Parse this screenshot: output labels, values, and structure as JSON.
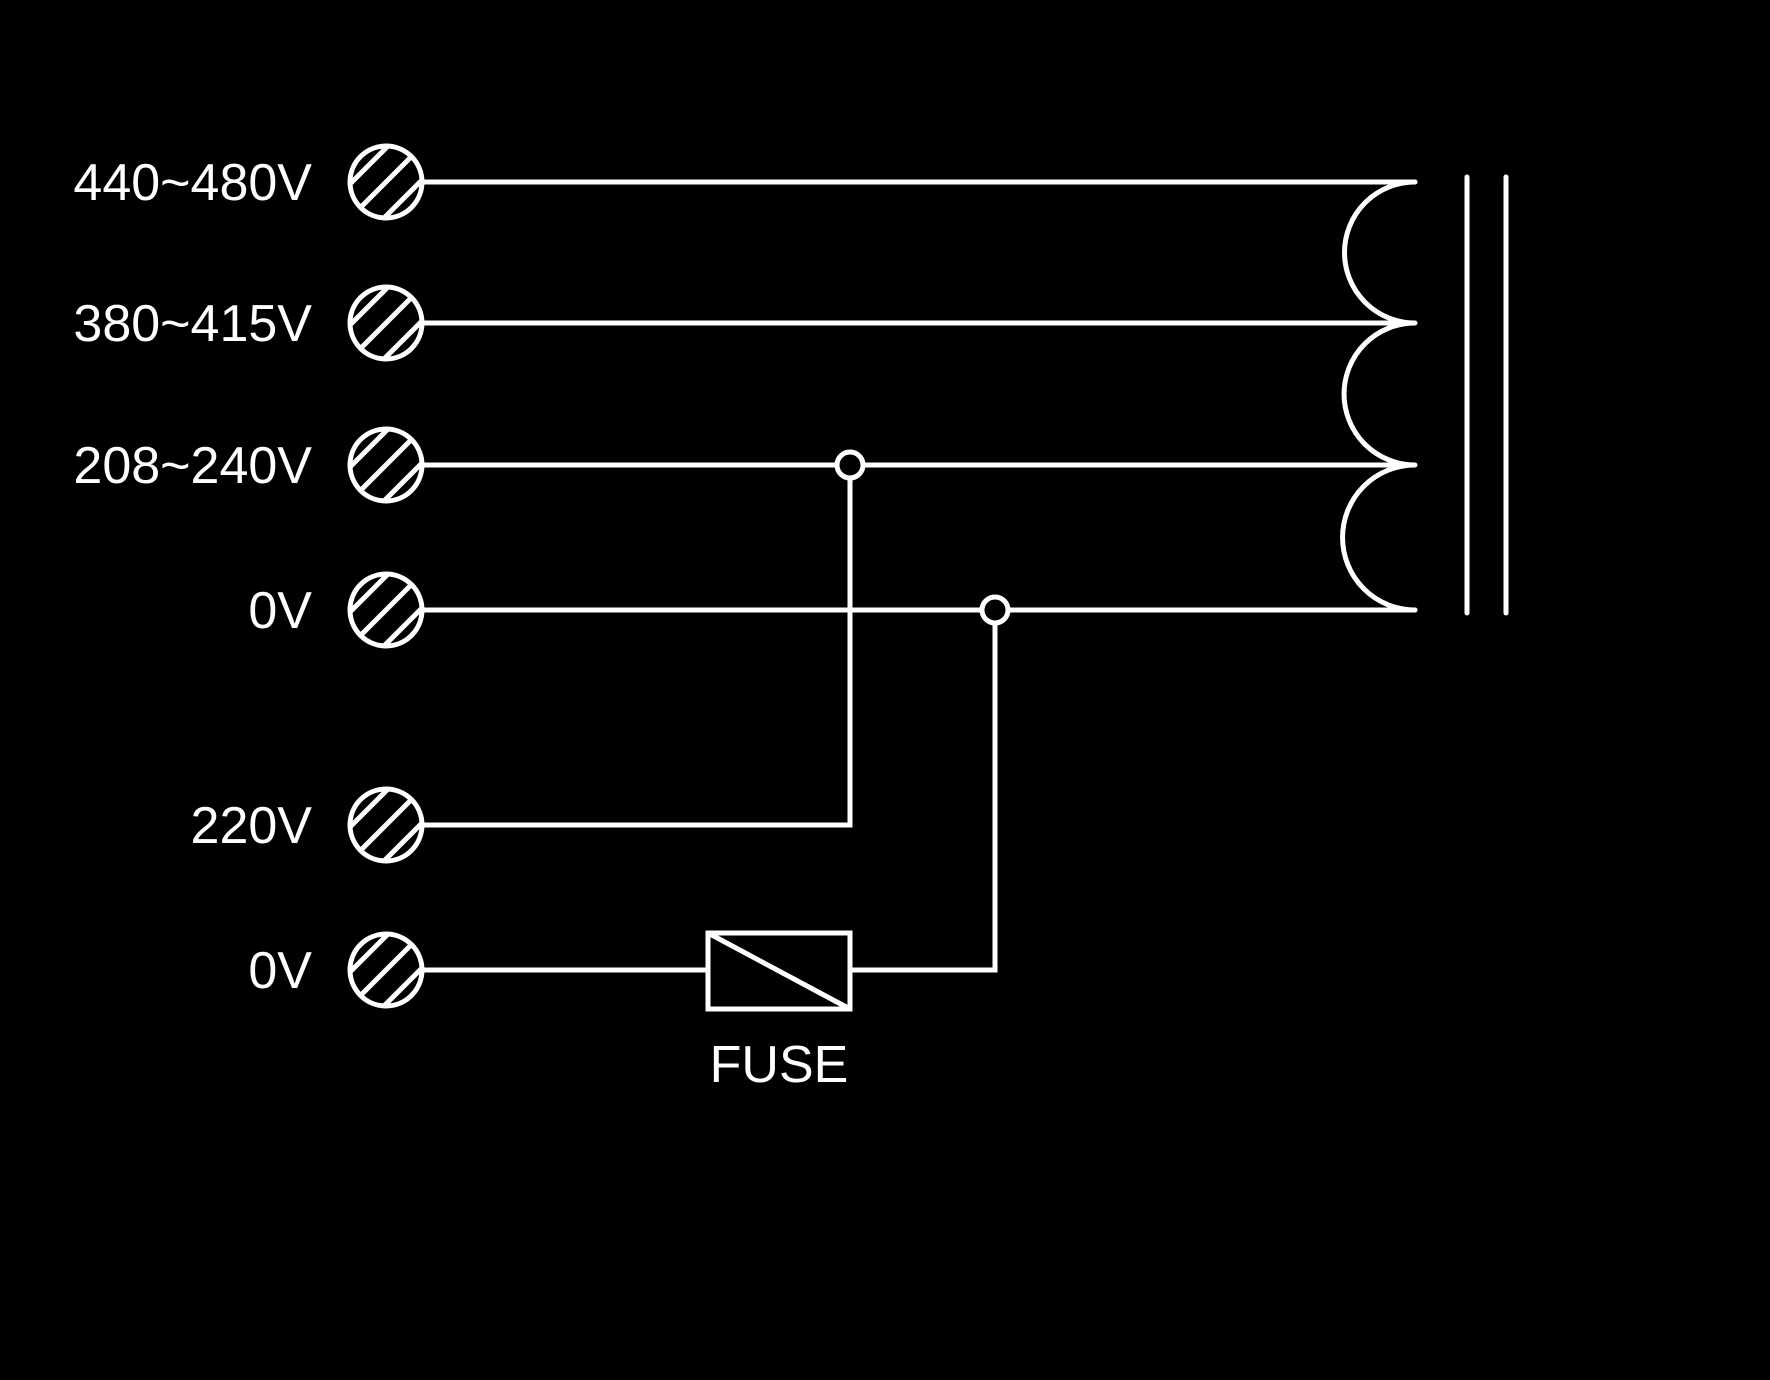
{
  "colors": {
    "background": "#000000",
    "line": "#ffffff",
    "text": "#ffffff"
  },
  "diagram": {
    "type": "transformer-tap-wiring-schematic",
    "terminals": [
      {
        "label": "440~480V"
      },
      {
        "label": "380~415V"
      },
      {
        "label": "208~240V"
      },
      {
        "label": "0V"
      },
      {
        "label": "220V"
      },
      {
        "label": "0V"
      }
    ],
    "fuse": {
      "label": "FUSE"
    }
  }
}
